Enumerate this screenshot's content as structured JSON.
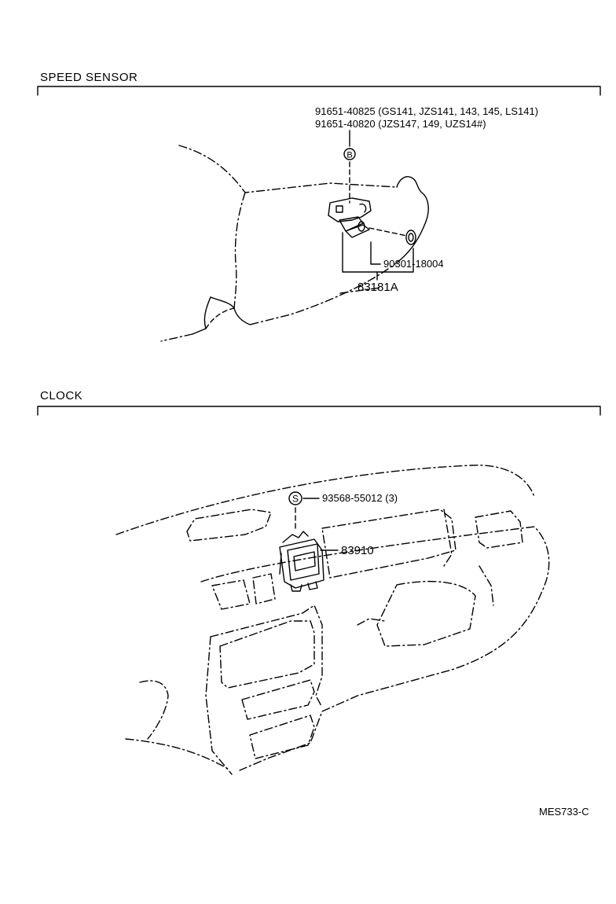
{
  "sections": {
    "speed_sensor": {
      "title": "SPEED SENSOR",
      "labels": {
        "bolt_ref_1": "91651-40825 (GS141, JZS141, 143, 145, LS141)",
        "bolt_ref_2": "91651-40820 (JZS147, 149, UZS14#)",
        "o_ring_ref": "90301-18004",
        "assembly_ref": "83181A"
      },
      "markers": {
        "bolt_marker": "B"
      }
    },
    "clock": {
      "title": "CLOCK",
      "labels": {
        "screw_ref": "93568-55012 (3)",
        "clock_ref": "83910"
      },
      "markers": {
        "screw_marker": "S"
      }
    }
  },
  "footer": {
    "drawing_code": "MES733-C"
  }
}
